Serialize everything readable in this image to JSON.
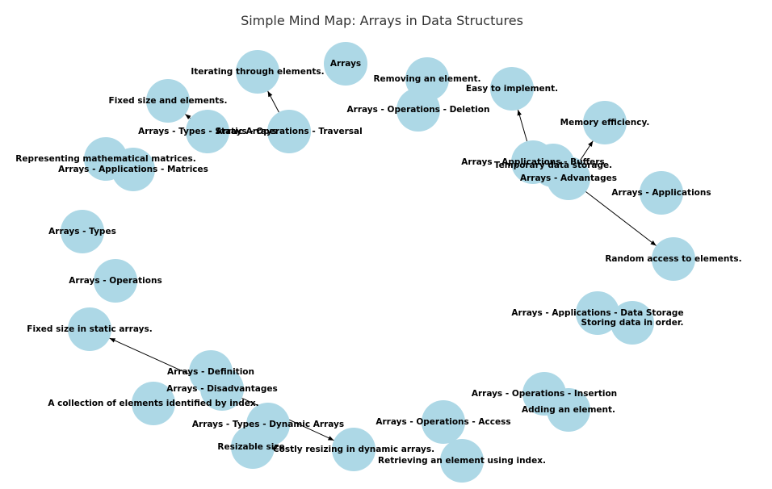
{
  "title": "Simple Mind Map: Arrays in Data Structures",
  "colors": {
    "node_fill": "#add8e6",
    "edge": "#000000",
    "label": "#000000"
  },
  "nodes": [
    {
      "id": "n1",
      "label": "Arrays"
    },
    {
      "id": "n2",
      "label": "Iterating through elements."
    },
    {
      "id": "n3",
      "label": "Removing an element."
    },
    {
      "id": "n4",
      "label": "Easy to implement."
    },
    {
      "id": "n5",
      "label": "Arrays - Operations - Deletion"
    },
    {
      "id": "n6",
      "label": "Fixed size and elements."
    },
    {
      "id": "n7",
      "label": "Arrays - Types - Static Arrays"
    },
    {
      "id": "n8",
      "label": "Arrays - Operations - Traversal"
    },
    {
      "id": "n9",
      "label": "Memory efficiency."
    },
    {
      "id": "n10",
      "label": "Representing mathematical matrices."
    },
    {
      "id": "n11",
      "label": "Arrays - Applications - Matrices"
    },
    {
      "id": "n12",
      "label": "Arrays - Applications - Buffers"
    },
    {
      "id": "n13",
      "label": "Temporary data storage."
    },
    {
      "id": "n14",
      "label": "Arrays - Advantages"
    },
    {
      "id": "n15",
      "label": "Arrays - Applications"
    },
    {
      "id": "n16",
      "label": "Arrays - Types"
    },
    {
      "id": "n17",
      "label": "Random access to elements."
    },
    {
      "id": "n18",
      "label": "Arrays - Operations"
    },
    {
      "id": "n19",
      "label": "Arrays - Applications - Data Storage"
    },
    {
      "id": "n20",
      "label": "Storing data in order."
    },
    {
      "id": "n21",
      "label": "Fixed size in static arrays."
    },
    {
      "id": "n22",
      "label": "Arrays - Definition"
    },
    {
      "id": "n23",
      "label": "Arrays - Disadvantages"
    },
    {
      "id": "n24",
      "label": "A collection of elements identified by index."
    },
    {
      "id": "n25",
      "label": "Arrays - Operations - Insertion"
    },
    {
      "id": "n26",
      "label": "Adding an element."
    },
    {
      "id": "n27",
      "label": "Arrays - Types - Dynamic Arrays"
    },
    {
      "id": "n28",
      "label": "Arrays - Operations - Access"
    },
    {
      "id": "n29",
      "label": "Resizable size."
    },
    {
      "id": "n30",
      "label": "Costly resizing in dynamic arrays."
    },
    {
      "id": "n31",
      "label": "Retrieving an element using index."
    }
  ],
  "edges": [
    {
      "from": "n8",
      "to": "n2"
    },
    {
      "from": "n7",
      "to": "n6"
    },
    {
      "from": "n12",
      "to": "n4"
    },
    {
      "from": "n14",
      "to": "n9"
    },
    {
      "from": "n14",
      "to": "n17"
    },
    {
      "from": "n23",
      "to": "n21"
    },
    {
      "from": "n23",
      "to": "n30"
    }
  ]
}
